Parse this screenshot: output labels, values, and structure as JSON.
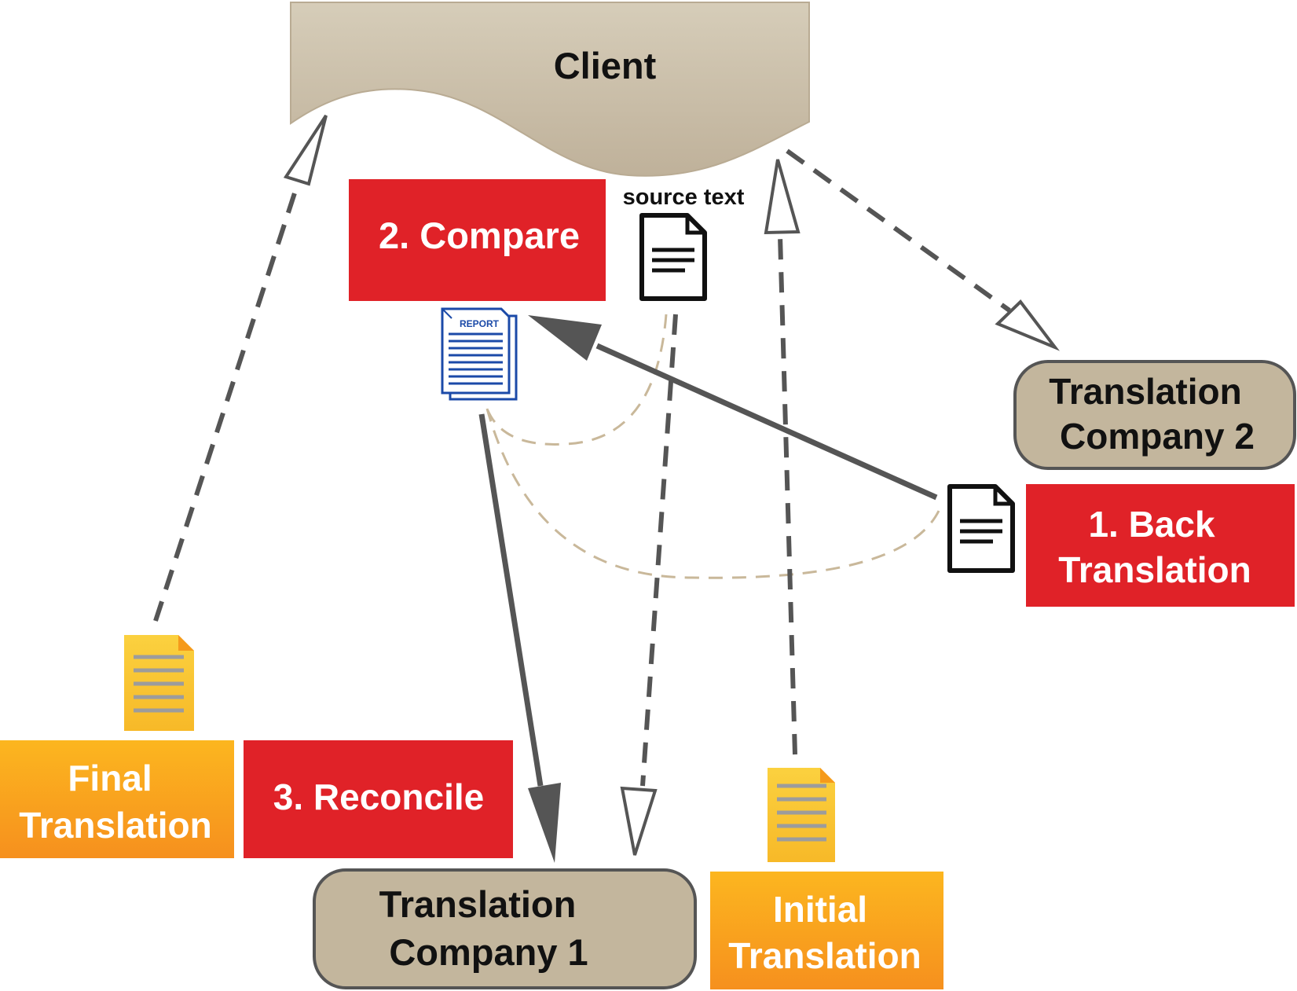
{
  "client": {
    "label": "Client"
  },
  "source": {
    "label": "source text"
  },
  "steps": {
    "compare": "2. Compare",
    "back_translation": [
      "1. Back",
      "Translation"
    ],
    "reconcile": "3. Reconcile"
  },
  "companies": {
    "company1": [
      "Translation",
      "Company 1"
    ],
    "company2": [
      "Translation",
      "Company 2"
    ]
  },
  "outputs": {
    "initial": [
      "Initial",
      "Translation"
    ],
    "final": [
      "Final",
      "Translation"
    ]
  },
  "report_icon_label": "REPORT",
  "colors": {
    "client_fill": "#cfc4b0",
    "company_fill": "#c3b69d",
    "step_red": "#e02228",
    "output_orange": "#f9a21b",
    "arrow_gray": "#555555",
    "dashed_tan": "#c9b89a",
    "doc_yellow": "#f9c634"
  }
}
